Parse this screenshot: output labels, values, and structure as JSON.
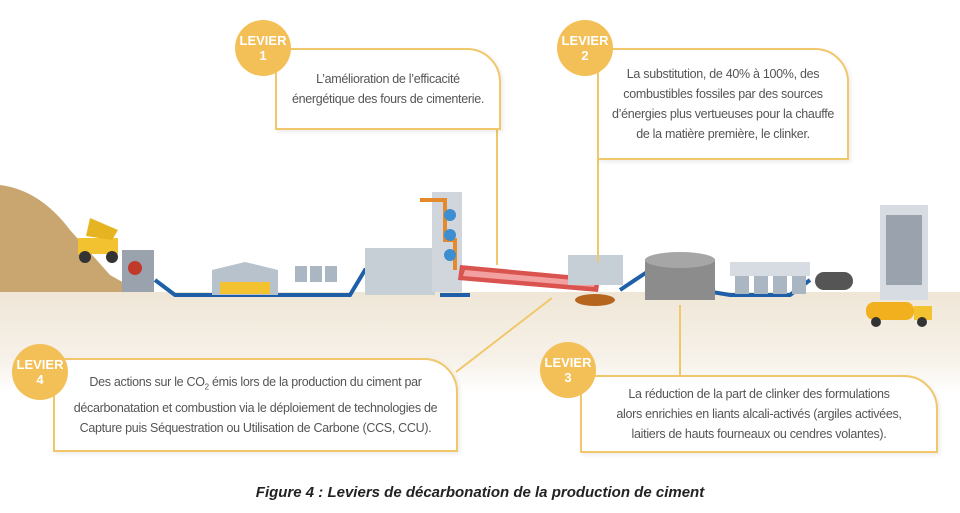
{
  "levers": [
    {
      "badge_word": "LEVIER",
      "number": "1",
      "lines": [
        "L’amélioration de l’efficacité",
        "énergétique des fours de cimenterie."
      ]
    },
    {
      "badge_word": "LEVIER",
      "number": "2",
      "lines": [
        "La substitution, de 40% à 100%, des",
        "combustibles fossiles par des sources",
        "d’énergies plus vertueuses pour la chauffe",
        "de la matière première, le clinker."
      ]
    },
    {
      "badge_word": "LEVIER",
      "number": "3",
      "lines": [
        "La réduction de la part de clinker des formulations",
        "alors enrichies en liants alcali-activés (argiles activées,",
        "laitiers de hauts fourneaux ou cendres volantes)."
      ]
    },
    {
      "badge_word": "LEVIER",
      "number": "4",
      "line1_pre": "Des actions sur le CO",
      "line1_sub": "2",
      "line1_post": " émis lors de la production du ciment par",
      "lines": [
        "décarbonatation et combustion via le déploiement de technologies de",
        "Capture puis Séquestration ou Utilisation de Carbone (CCS, CCU)."
      ]
    }
  ],
  "caption": "Figure 4 : Leviers de décarbonation de la production de ciment",
  "colors": {
    "accent": "#f3bf57",
    "border": "#f0c76a",
    "conveyor": "#1f5fa8",
    "kiln": "#d9534f"
  }
}
